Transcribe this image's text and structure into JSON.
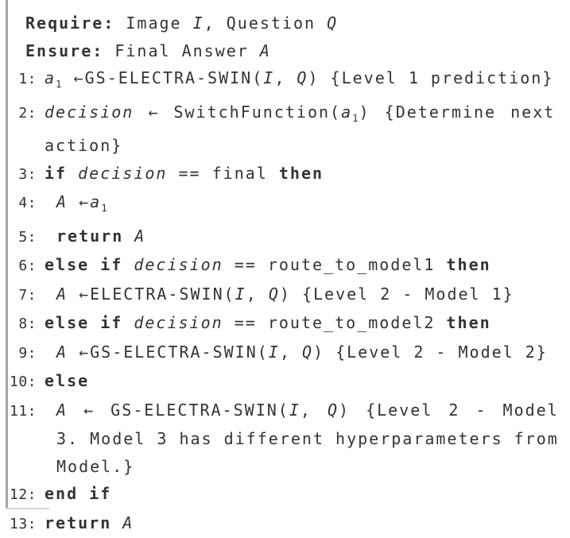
{
  "colors": {
    "text": "#333333",
    "left_rule": "#a6a6a6",
    "bottom_stub": "#d8d8d8"
  },
  "algorithm": {
    "rows": [
      {
        "type": "header",
        "indent": 0,
        "segments": [
          {
            "t": "Require:",
            "s": "kw"
          },
          {
            "t": " Image ",
            "s": "txt"
          },
          {
            "t": "I",
            "s": "var"
          },
          {
            "t": ", Question ",
            "s": "txt"
          },
          {
            "t": "Q",
            "s": "var"
          }
        ]
      },
      {
        "type": "header",
        "indent": 0,
        "segments": [
          {
            "t": "Ensure:",
            "s": "kw"
          },
          {
            "t": " Final Answer ",
            "s": "txt"
          },
          {
            "t": "A",
            "s": "var"
          }
        ]
      },
      {
        "type": "line",
        "num": "1:",
        "indent": 0,
        "segments": [
          {
            "t": "a",
            "s": "var"
          },
          {
            "t": "1",
            "s": "sub"
          },
          {
            "t": " ←",
            "s": "txt"
          },
          {
            "t": "GS-ELECTRA-SWIN(",
            "s": "txt"
          },
          {
            "t": "I",
            "s": "var"
          },
          {
            "t": ", ",
            "s": "txt"
          },
          {
            "t": "Q",
            "s": "var"
          },
          {
            "t": ") {Level 1 prediction}",
            "s": "txt"
          }
        ]
      },
      {
        "type": "line",
        "num": "2:",
        "indent": 0,
        "spread": "sm",
        "segments": [
          {
            "t": "decision",
            "s": "var"
          },
          {
            "t": " ← SwitchFunction(",
            "s": "txt"
          },
          {
            "t": "a",
            "s": "var"
          },
          {
            "t": "1",
            "s": "sub"
          },
          {
            "t": ") {Determine next",
            "s": "txt"
          }
        ]
      },
      {
        "type": "cont",
        "indent": 0,
        "segments": [
          {
            "t": "action}",
            "s": "txt"
          }
        ]
      },
      {
        "type": "line",
        "num": "3:",
        "indent": 0,
        "segments": [
          {
            "t": "if ",
            "s": "kw"
          },
          {
            "t": "decision",
            "s": "var"
          },
          {
            "t": " == final ",
            "s": "txt"
          },
          {
            "t": "then",
            "s": "kw"
          }
        ]
      },
      {
        "type": "line",
        "num": "4:",
        "indent": 1,
        "segments": [
          {
            "t": "A",
            "s": "var"
          },
          {
            "t": " ←",
            "s": "txt"
          },
          {
            "t": "a",
            "s": "var"
          },
          {
            "t": "1",
            "s": "sub"
          }
        ]
      },
      {
        "type": "line",
        "num": "5:",
        "indent": 1,
        "segments": [
          {
            "t": "return ",
            "s": "kw"
          },
          {
            "t": "A",
            "s": "var"
          }
        ]
      },
      {
        "type": "line",
        "num": "6:",
        "indent": 0,
        "segments": [
          {
            "t": "else if ",
            "s": "kw"
          },
          {
            "t": "decision",
            "s": "var"
          },
          {
            "t": " == route_to_model1 ",
            "s": "txt"
          },
          {
            "t": "then",
            "s": "kw"
          }
        ]
      },
      {
        "type": "line",
        "num": "7:",
        "indent": 1,
        "segments": [
          {
            "t": "A",
            "s": "var"
          },
          {
            "t": " ←ELECTRA-SWIN(",
            "s": "txt"
          },
          {
            "t": "I",
            "s": "var"
          },
          {
            "t": ", ",
            "s": "txt"
          },
          {
            "t": "Q",
            "s": "var"
          },
          {
            "t": ") {Level 2 - Model 1}",
            "s": "txt"
          }
        ]
      },
      {
        "type": "line",
        "num": "8:",
        "indent": 0,
        "segments": [
          {
            "t": "else if ",
            "s": "kw"
          },
          {
            "t": "decision",
            "s": "var"
          },
          {
            "t": " == route_to_model2 ",
            "s": "txt"
          },
          {
            "t": "then",
            "s": "kw"
          }
        ]
      },
      {
        "type": "line",
        "num": "9:",
        "indent": 1,
        "segments": [
          {
            "t": "A",
            "s": "var"
          },
          {
            "t": " ←GS-ELECTRA-SWIN(",
            "s": "txt"
          },
          {
            "t": "I",
            "s": "var"
          },
          {
            "t": ", ",
            "s": "txt"
          },
          {
            "t": "Q",
            "s": "var"
          },
          {
            "t": ") {Level 2 - Model 2}",
            "s": "txt"
          }
        ]
      },
      {
        "type": "line",
        "num": "10:",
        "indent": 0,
        "segments": [
          {
            "t": "else",
            "s": "kw"
          }
        ]
      },
      {
        "type": "line",
        "num": "11:",
        "indent": 1,
        "spread": "lg",
        "segments": [
          {
            "t": "A",
            "s": "var"
          },
          {
            "t": " ← GS-ELECTRA-SWIN(",
            "s": "txt"
          },
          {
            "t": "I",
            "s": "var"
          },
          {
            "t": ", ",
            "s": "txt"
          },
          {
            "t": "Q",
            "s": "var"
          },
          {
            "t": ") {Level 2 - Model",
            "s": "txt"
          }
        ]
      },
      {
        "type": "cont",
        "indent": 1,
        "segments": [
          {
            "t": "3. Model 3 has different hyperparameters from",
            "s": "txt"
          }
        ]
      },
      {
        "type": "cont",
        "indent": 1,
        "segments": [
          {
            "t": "Model.}",
            "s": "txt"
          }
        ]
      },
      {
        "type": "line",
        "num": "12:",
        "indent": 0,
        "segments": [
          {
            "t": "end if",
            "s": "kw"
          }
        ]
      },
      {
        "type": "line",
        "num": "13:",
        "indent": 0,
        "segments": [
          {
            "t": "return ",
            "s": "kw"
          },
          {
            "t": "A",
            "s": "var"
          }
        ]
      }
    ]
  }
}
